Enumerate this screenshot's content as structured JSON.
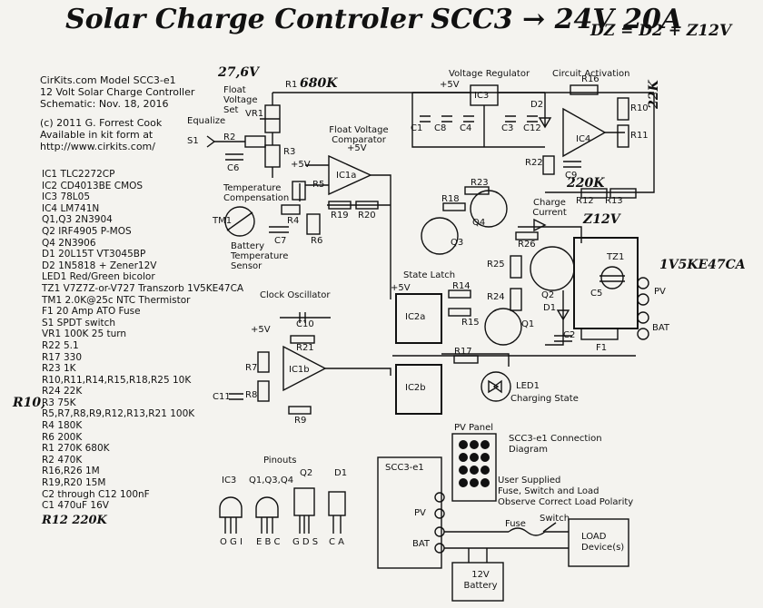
{
  "title": "Solar Charge Controler SCC3 → 24V 20A",
  "dz_note": "DZ = D2 + Z12V",
  "header": {
    "lines": [
      "CirKits.com Model SCC3-e1",
      "12 Volt Solar Charge Controller",
      "Schematic: Nov. 18, 2016",
      "",
      "(c) 2011  G. Forrest Cook",
      "Available in kit form at",
      "http://www.cirkits.com/"
    ]
  },
  "parts": [
    "IC1  TLC2272CP",
    "IC2  CD4013BE CMOS",
    "IC3  78L05",
    "IC4  LM741N",
    "Q1,Q3  2N3904",
    "Q2  IRF4905 P-MOS",
    "Q4  2N3906",
    "D1  20L15T  VT3045BP",
    "D2  1N5818 + Zener12V",
    "LED1  Red/Green bicolor",
    "TZ1  V7Z7Z-or-V727 Transzorb  1V5KE47CA",
    "TM1  2.0K@25c NTC Thermistor",
    "F1  20 Amp ATO Fuse",
    "S1  SPDT switch",
    "VR1  100K 25 turn",
    "R22  5.1",
    "R17  330",
    "R23  1K",
    "R10,R11,R14,R15,R18,R25  10K",
    "R24  22K",
    "R3  75K",
    "R5,R7,R8,R9,R12,R13,R21  100K",
    "R4  180K",
    "R6  200K",
    "R1  270K  680K",
    "R2  470K",
    "R16,R26  1M",
    "R19,R20  15M",
    "C2 through C12  100nF",
    "C1  470uF 16V",
    "R12  220K"
  ],
  "handwritten": {
    "float_v": "27,6V",
    "r1": "680K",
    "r12": "220K",
    "z12v": "Z12V",
    "tz1": "1V5KE47CA",
    "r10": "R10,",
    "r16": "22K"
  },
  "labels": {
    "voltage_regulator": "Voltage Regulator",
    "circuit_activation": "Circuit Activation",
    "float_voltage_set": "Float Voltage Set",
    "float_voltage_comparator": "Float Voltage Comparator",
    "equalize": "Equalize",
    "temperature_compensation": "Temperature Compensation",
    "battery_temperature_sensor": "Battery Temperature Sensor",
    "charge_current": "Charge Current",
    "state_latch": "State Latch",
    "clock_oscillator": "Clock Oscillator",
    "charging_state": "Charging State",
    "pinouts": "Pinouts",
    "pv_panel": "PV Panel",
    "scc3_connection_diagram": "SCC3-e1 Connection Diagram",
    "user_supplied": "User Supplied",
    "fuse_switch_load": "Fuse, Switch and Load",
    "observe_polarity": "Observe Correct Load Polarity",
    "scc3_box": "SCC3-e1",
    "battery_12v": "12V Battery",
    "load": "LOAD Device(s)",
    "fuse": "Fuse",
    "switch": "Switch",
    "pv": "PV",
    "bat": "BAT",
    "plus5v": "+5V",
    "pin_ogi": "O G I",
    "pin_ebc": "E B C",
    "pin_gds": "G D S",
    "pin_ca": "C A"
  },
  "refdes": [
    "R1",
    "VR1",
    "R2",
    "R3",
    "S1",
    "C6",
    "IC1a",
    "R5",
    "R4",
    "R6",
    "C7",
    "TM1",
    "R19",
    "R20",
    "C1",
    "C8",
    "C4",
    "IC3",
    "C3",
    "C12",
    "D2",
    "R16",
    "IC4",
    "R10",
    "R11",
    "R22",
    "C9",
    "R12",
    "R13",
    "R23",
    "R18",
    "Q4",
    "Q3",
    "R26",
    "R25",
    "Q2",
    "TZ1",
    "C5",
    "D1",
    "F1",
    "R24",
    "Q1",
    "C2",
    "IC2a",
    "R14",
    "R15",
    "IC2b",
    "R17",
    "LED1",
    "C10",
    "R21",
    "R7",
    "IC1b",
    "R8",
    "C11",
    "R9",
    "Q2",
    "Q1,Q3,Q4",
    "IC3",
    "D1"
  ]
}
